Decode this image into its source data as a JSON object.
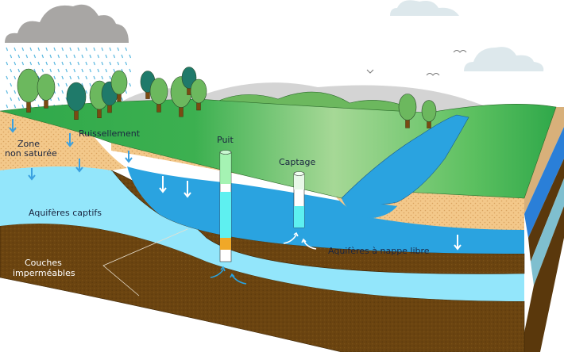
{
  "diagram": {
    "title": "Groundwater cross-section",
    "labels": {
      "runoff": "Ruissellement",
      "unsaturated_zone_line1": "Zone",
      "unsaturated_zone_line2": "non saturée",
      "well": "Puit",
      "intake": "Captage",
      "confined_aquifers": "Aquifères captifs",
      "unconfined_aquifers": "Aquifères à nappe libre",
      "impermeable_layers_line1": "Couches",
      "impermeable_layers_line2": "imperméables"
    },
    "colors": {
      "sky": "#ffffff",
      "rain_cloud": "#a8a6a4",
      "light_cloud": "#dde8ec",
      "distant_hills": "#d4d4d4",
      "grass_dark": "#2fa84a",
      "grass_light": "#a6d896",
      "tree_light": "#6cb85e",
      "tree_dark": "#1f7a6a",
      "trunk": "#7a4a12",
      "sand": "#f3c88a",
      "unconfined_water": "#2aa3e0",
      "confined_water": "#93e6fb",
      "clay": "#6b4410",
      "river": "#2aa3e0",
      "rain": "#5ab8e0",
      "label_text": "#1a2540"
    },
    "icons": [
      "rain-cloud-icon",
      "cloud-icon",
      "bird-icon",
      "tree-icon",
      "down-arrow-icon",
      "curved-arrow-icon",
      "well-pipe-icon"
    ]
  }
}
